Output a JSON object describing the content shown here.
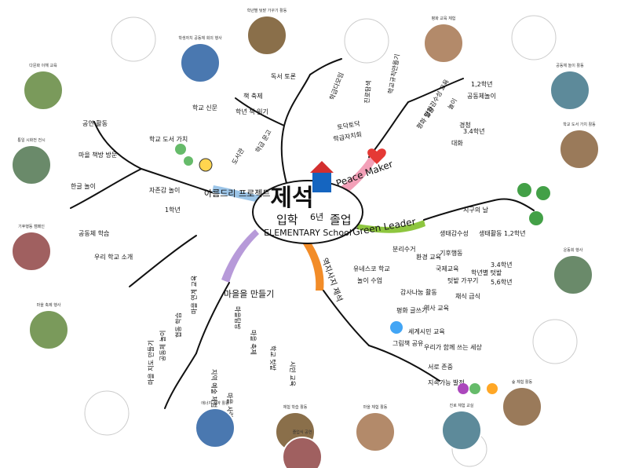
{
  "center": {
    "title": "제석",
    "subtitle_left": "입학",
    "grade": "6년",
    "subtitle_right": "졸업",
    "school": "ELEMENTARY School"
  },
  "branches": [
    {
      "label": "Peace Maker",
      "color": "#f3a0b8",
      "leaves": [
        "토닥토닥",
        "학급자치회",
        "학급다모임",
        "진로탐색",
        "학교규칙만들기",
        "평화 달걀",
        "대화",
        "경청",
        "3.4학년",
        "1,2학년",
        "공동체놀이",
        "평화감수성 교육",
        "놀이"
      ]
    },
    {
      "label": "Green Leader",
      "color": "#8ec63f",
      "leaves": [
        "생태감수성",
        "지구의 날",
        "기후행동",
        "생태활동 1,2학년",
        "3.4학년",
        "5,6학년",
        "국제교육",
        "텃밭 가꾸기",
        "학년별 텃밭",
        "분리수거",
        "환경 교육",
        "채식 급식"
      ]
    },
    {
      "label": "역지사지 제석",
      "color": "#f28c28",
      "leaves": [
        "유네스코 학교",
        "놀이 수업",
        "감사나눔 활동",
        "평화 글쓰기",
        "역사 교육",
        "세계시민 교육",
        "우리가 함께 쓰는 세상",
        "서로 존중",
        "지속가능 발전",
        "그림책 공유"
      ]
    },
    {
      "label": "마을을 만들기",
      "color": "#b79ad9",
      "leaves": [
        "마을탐방",
        "마을 축제",
        "학교 텃밭",
        "시민 교육",
        "마을 연계 교육",
        "협동 학습",
        "공동체 놀이",
        "마을 지도 만들기",
        "지역 예술 체험",
        "마을 사람 인터뷰"
      ]
    },
    {
      "label": "아름드리 프로젝트",
      "color": "#9cc5e8",
      "leaves": [
        "도서관",
        "학급 문고",
        "학년 책 읽기",
        "책 축제",
        "독서 토론",
        "학교 신문",
        "학교 도서 가치",
        "공연 활동",
        "마을 책방 방문",
        "한글 놀이",
        "자존감 놀이",
        "1학년",
        "공동체 학습",
        "우리 학교 소개"
      ]
    }
  ],
  "photos": [
    {
      "caption": "다문화 이해 교육"
    },
    {
      "caption": "학생자치 공동체 회의 행사"
    },
    {
      "caption": "학년별 텃밭 가꾸기 활동"
    },
    {
      "caption": "평화 교육 체험"
    },
    {
      "caption": "공동체 놀이 활동"
    },
    {
      "caption": "학교 도서 가치 활동"
    },
    {
      "caption": "통일 시화전 전시"
    },
    {
      "caption": "기후행동 캠페인"
    },
    {
      "caption": "마을 축제 행사"
    },
    {
      "caption": "에너지 절약 활동"
    },
    {
      "caption": "체험 학습 활동"
    },
    {
      "caption": "마을 체험 활동"
    },
    {
      "caption": "진로 체험 교실"
    },
    {
      "caption": "숲 체험 활동"
    },
    {
      "caption": "운동회 행사"
    },
    {
      "caption": "졸업식 공연"
    }
  ],
  "hidden_bottom_text": [
    "",
    ""
  ]
}
